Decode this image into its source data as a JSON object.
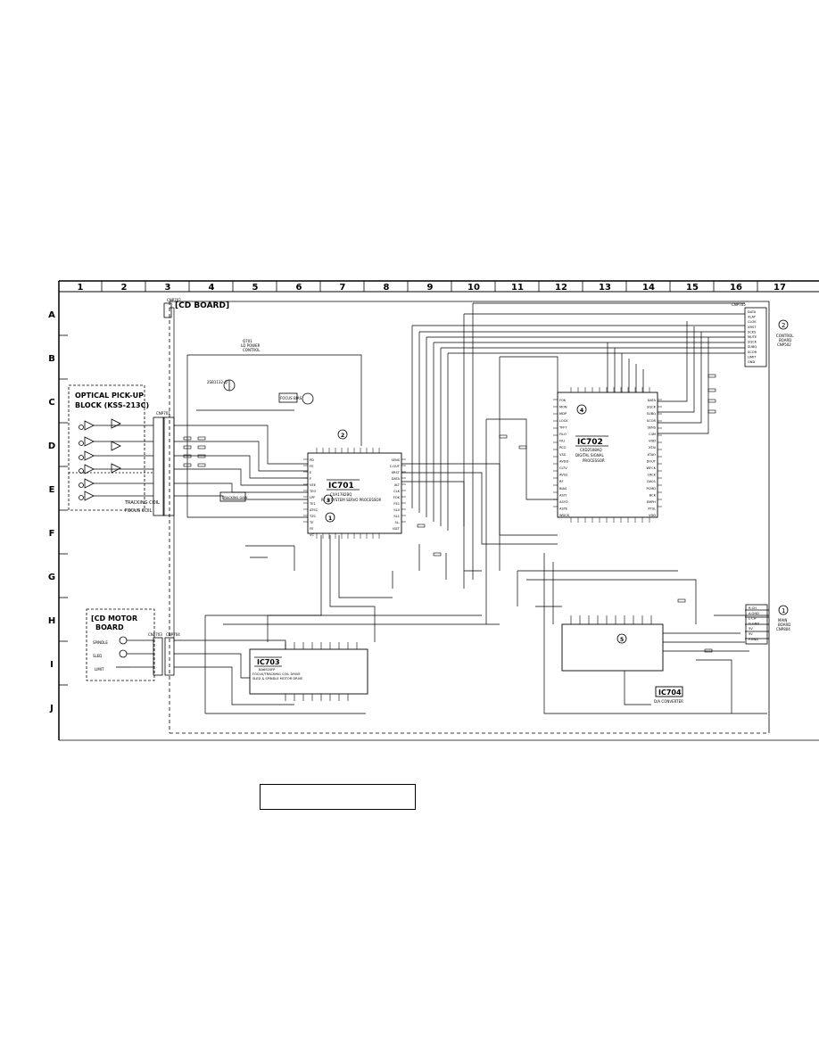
{
  "columns": [
    "1",
    "2",
    "3",
    "4",
    "5",
    "6",
    "7",
    "8",
    "9",
    "10",
    "11",
    "12",
    "13",
    "14",
    "15",
    "16",
    "17"
  ],
  "rows": [
    "A",
    "B",
    "C",
    "D",
    "E",
    "F",
    "G",
    "H",
    "I",
    "J"
  ],
  "board_title": "[CD BOARD]",
  "pickup_block": {
    "line1": "OPTICAL PICK-UP",
    "line2": "BLOCK (KSS-213C)"
  },
  "motor_board": {
    "line1": "[CD MOTOR",
    "line2": "BOARD"
  },
  "ic701": {
    "name": "IC701",
    "part": "CXA1782BQ",
    "desc": "RF & SYSTEM SERVO PROCESSOR"
  },
  "ic702": {
    "name": "IC702",
    "part": "CXD2508AQ",
    "desc1": "DIGITAL SIGNAL",
    "desc2": "PROCESSOR"
  },
  "ic703": {
    "name": "IC703",
    "part": "BA6920FP",
    "desc1": "FOCUS/TRACKING COIL DRIVE",
    "desc2": "SLED & SPINDLE MOTOR DRIVE"
  },
  "ic704": {
    "name": "IC704",
    "part": "D/A CONVERTER"
  },
  "q701": {
    "ref": "Q701",
    "part": "2SB1132-Q",
    "desc1": "LD POWER",
    "desc2": "CONTROL"
  },
  "markers": [
    "1",
    "2",
    "3",
    "4",
    "5"
  ],
  "control_board_conn": {
    "lines": [
      "CONTROL",
      "BOARD",
      "CNP502"
    ]
  },
  "main_board_conn": {
    "lines": [
      "MAIN",
      "BOARD",
      "CNP804"
    ]
  },
  "cn_labels": {
    "cnp701": "CNP701",
    "cnp702": "CNP702",
    "cnp703": "CNP703",
    "cnp704": "CNP704",
    "cnp705": "CNP705"
  },
  "control_pins": [
    "DATA",
    "XLAT",
    "CLOK",
    "XRST",
    "SCKS",
    "MUTE",
    "SQCK",
    "SUBQ",
    "SCOR",
    "LIMIT",
    "GND"
  ],
  "main_pins": [
    "R-CH",
    "A.GND",
    "L-CH",
    "D.GND",
    "5V",
    "9V",
    "P.GND"
  ],
  "ic701_left_pins": [
    "PD",
    "FE",
    "E",
    "F",
    "VEE",
    "TEO",
    "LPF",
    "TE1",
    "ATSC",
    "TZC",
    "TE",
    "FE",
    "VC"
  ],
  "ic701_right_pins": [
    "SENS",
    "C.OUT",
    "XRST",
    "DATA",
    "XLT",
    "CLK",
    "FOK",
    "FE1",
    "SL0",
    "SL1",
    "SL-",
    "ISET"
  ],
  "ic702_left_pins": [
    "FOK",
    "MON",
    "MDP",
    "LOCK",
    "TFFT",
    "FILO",
    "FILI",
    "PCO",
    "VSS",
    "AVDD",
    "CLTV",
    "AVSS",
    "RF",
    "BIAS",
    "ASYI",
    "ASYO",
    "ASYE",
    "WDCK"
  ],
  "ic702_right_pins": [
    "DATA",
    "SQCK",
    "SUBQ",
    "SCOR",
    "SENS",
    "C4M",
    "VDD",
    "XTAI",
    "XTAO",
    "DOUT",
    "WFCK",
    "LRCK",
    "DA01",
    "PCMD",
    "BCK",
    "EMPH",
    "XTSL",
    "VDD"
  ],
  "small_labels": {
    "focus_coil": "FOCUS COIL",
    "tracking_coil": "TRACKING COIL",
    "tracking_gain": "TRACKING GAIN",
    "focus_bias": "FOCUS BIAS",
    "m701": "SPINDLE",
    "m702": "SLED",
    "limit_sw": "LIMIT"
  }
}
